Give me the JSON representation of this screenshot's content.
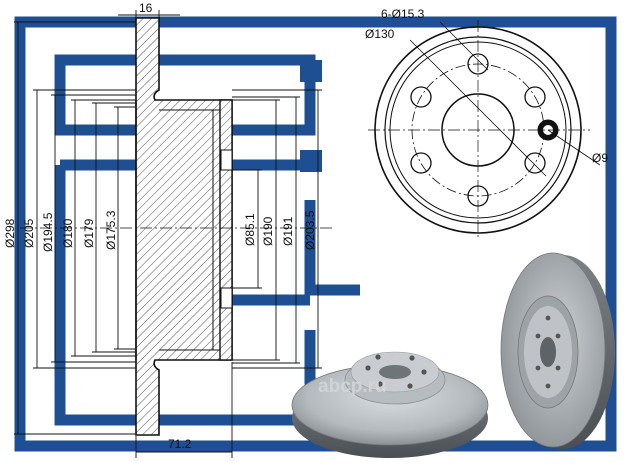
{
  "drawing": {
    "section_dimensions": {
      "thickness_top": "16",
      "offset_bottom": "71.2",
      "left_diameters": [
        "Ø298",
        "Ø205",
        "Ø194.5",
        "Ø180",
        "Ø179",
        "Ø175.3"
      ],
      "right_diameters": [
        "Ø85.1",
        "Ø190",
        "Ø191",
        "Ø203.5"
      ]
    },
    "front_view": {
      "bolt_holes": "6-Ø15.3",
      "bolt_circle": "Ø130",
      "pin_hole": "Ø9"
    }
  },
  "watermark": {
    "text": "abcp.ru"
  },
  "colors": {
    "frame": "#1f4f93",
    "watermark_gray": "#c8ccd0"
  }
}
